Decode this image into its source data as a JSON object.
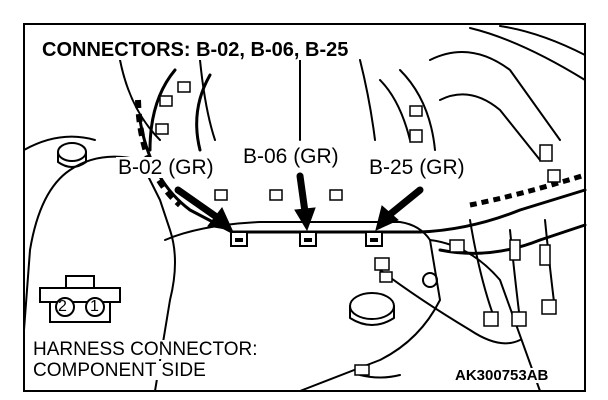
{
  "title": "CONNECTORS: B-02, B-06, B-25",
  "callouts": {
    "b02": "B-02 (GR)",
    "b06": "B-06 (GR)",
    "b25": "B-25 (GR)"
  },
  "pins": {
    "left": "2",
    "right": "1"
  },
  "harness": {
    "line1": "HARNESS CONNECTOR:",
    "line2": "COMPONENT SIDE"
  },
  "figure_code": "AK300753AB",
  "colors": {
    "ink": "#000000",
    "paper": "#ffffff"
  }
}
